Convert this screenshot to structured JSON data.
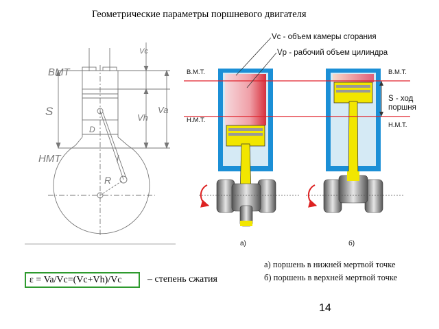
{
  "title": "Геометрические параметры поршневого двигателя",
  "sketch_labels": {
    "tdc": "ВМТ",
    "bdc": "НМТ",
    "stroke": "S",
    "bore": "D",
    "rod": "l",
    "crank_radius": "R",
    "vc": "Vc",
    "vh": "Vh",
    "va": "Va"
  },
  "diagram_labels": {
    "vc_desc": "Vc - объем камеры сгорания",
    "vp_desc": "Vр - рабочий объем цилиндра",
    "tdc_left": "В.М.Т.",
    "bdc_left": "Н.М.Т.",
    "tdc_right": "В.М.Т.",
    "bdc_right": "Н.М.Т.",
    "stroke_1": "S - ход",
    "stroke_2": "поршня",
    "fig_a": "а)",
    "fig_b": "б)"
  },
  "formula": "ε = Va/Vc=(Vc+Vh)/Vc",
  "formula_desc": "– степень сжатия",
  "captions": {
    "a": "а) поршень в нижней мертвой точке",
    "b": "б) поршень в верхней мертвой точке"
  },
  "page_number": "14",
  "colors": {
    "cylinder_wall": "#1b8fd6",
    "piston": "#f2e600",
    "dead_center_line": "#e0202a",
    "formula_border": "#2e9a2e"
  }
}
